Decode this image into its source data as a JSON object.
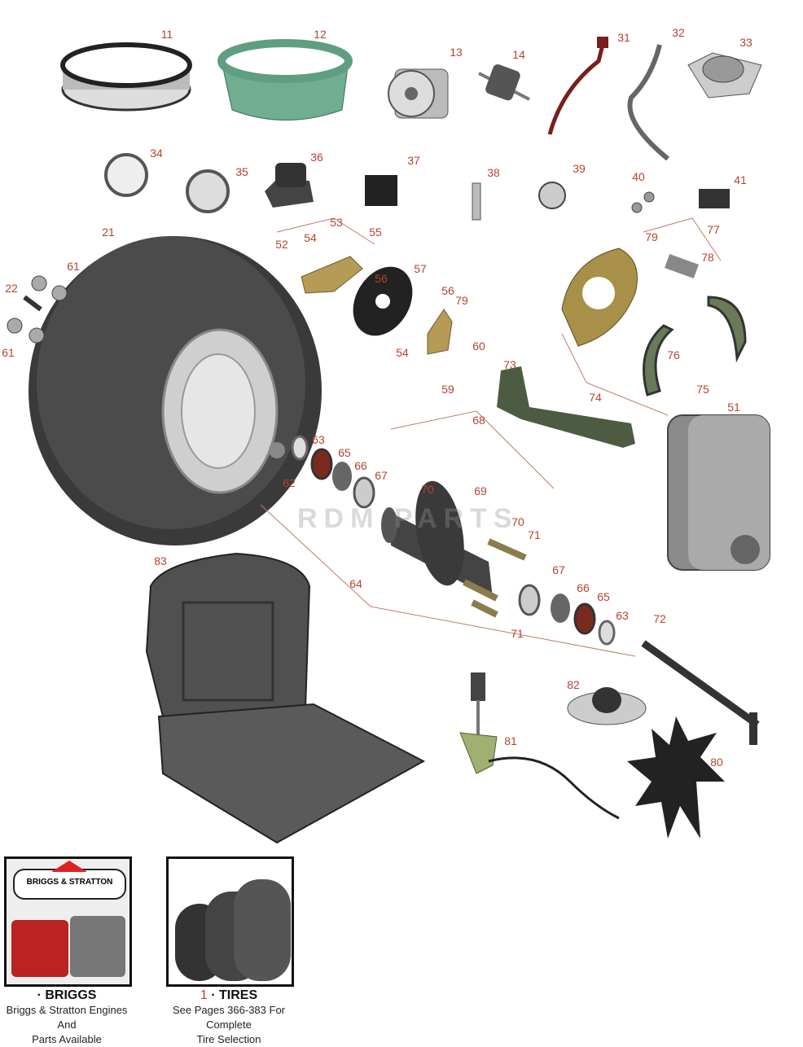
{
  "watermark": "RDM PARTS",
  "callouts": [
    "11",
    "12",
    "13",
    "14",
    "31",
    "32",
    "33",
    "34",
    "35",
    "36",
    "37",
    "38",
    "39",
    "40",
    "41",
    "21",
    "53",
    "55",
    "54",
    "61",
    "52",
    "56",
    "77",
    "79",
    "78",
    "22",
    "57",
    "56",
    "79",
    "61",
    "54",
    "60",
    "76",
    "59",
    "75",
    "73",
    "74",
    "51",
    "68",
    "63",
    "65",
    "66",
    "67",
    "62",
    "70",
    "69",
    "70",
    "71",
    "64",
    "83",
    "67",
    "66",
    "65",
    "63",
    "71",
    "72",
    "82",
    "81",
    "80"
  ],
  "briggs": {
    "logo_text": "BRIGGS & STRATTON",
    "prefix": "·",
    "title": "BRIGGS",
    "desc_line1": "Briggs & Stratton Engines And",
    "desc_line2": "Parts Available"
  },
  "tires": {
    "number": "1",
    "prefix": "·",
    "title": "TIRES",
    "desc_line1": "See Pages 366-383 For Complete",
    "desc_line2": "Tire Selection"
  },
  "colors": {
    "callout": "#b5442b",
    "part_dark": "#4a4a4a",
    "brass": "#a89048",
    "green": "#5f9e80"
  }
}
